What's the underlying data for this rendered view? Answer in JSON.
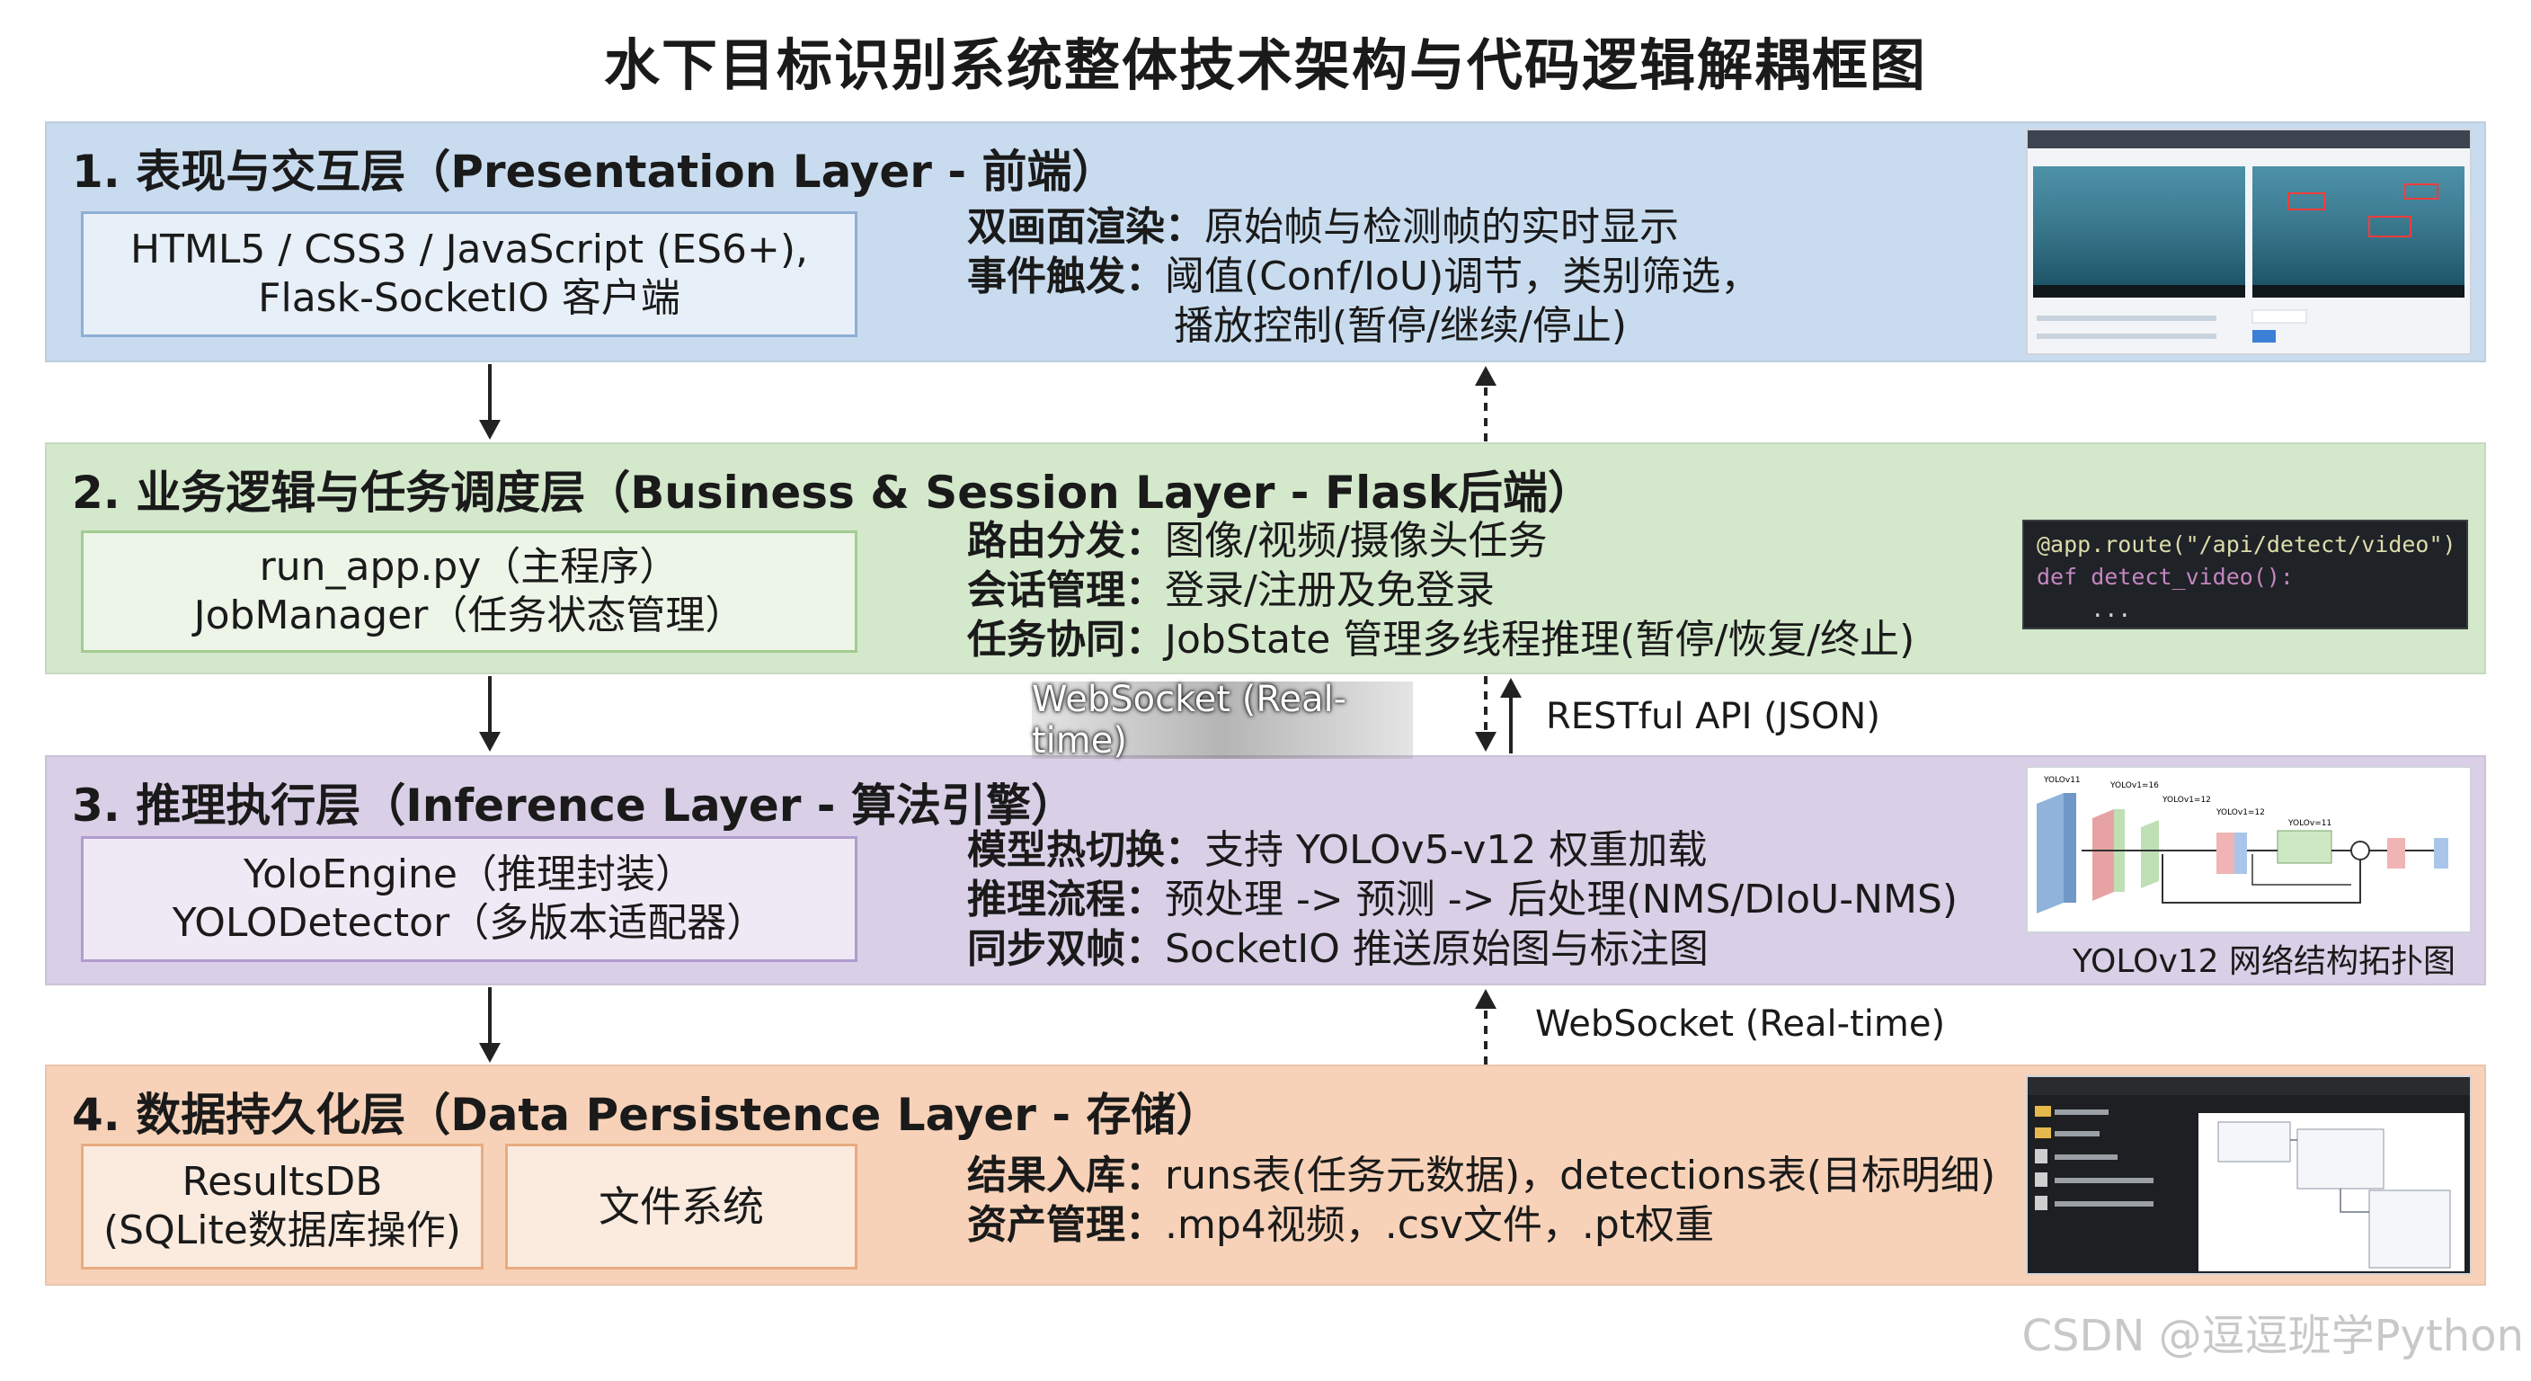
{
  "title": "水下目标识别系统整体技术架构与代码逻辑解耦框图",
  "layers": [
    {
      "title": "1. 表现与交互层（Presentation Layer - 前端）",
      "box_lines": [
        "HTML5 / CSS3 / JavaScript (ES6+),",
        "Flask-SocketIO 客户端"
      ],
      "desc": [
        {
          "key": "双画面渲染：",
          "value": "原始帧与检测帧的实时显示"
        },
        {
          "key": "事件触发：",
          "value": "阈值(Conf/IoU)调节，类别筛选，"
        },
        {
          "key": "",
          "value": "播放控制(暂停/继续/停止)"
        }
      ],
      "color": "#c9dcef",
      "box_border": "#8fb0d6"
    },
    {
      "title": "2. 业务逻辑与任务调度层（Business & Session Layer - Flask后端）",
      "box_lines": [
        "run_app.py（主程序）",
        "JobManager（任务状态管理）"
      ],
      "desc": [
        {
          "key": "路由分发：",
          "value": "图像/视频/摄像头任务"
        },
        {
          "key": "会话管理：",
          "value": "登录/注册及免登录"
        },
        {
          "key": "任务协同：",
          "value": "JobState 管理多线程推理(暂停/恢复/终止)"
        }
      ],
      "code_lines": [
        "@app.route(\"/api/detect/video\")",
        "def detect_video():",
        "    ..."
      ],
      "color": "#d4e8cc",
      "box_border": "#a3cc92"
    },
    {
      "title": "3. 推理执行层（Inference Layer - 算法引擎）",
      "box_lines": [
        "YoloEngine（推理封装）",
        "YOLODetector（多版本适配器）"
      ],
      "desc": [
        {
          "key": "模型热切换：",
          "value": "支持 YOLOv5-v12 权重加载"
        },
        {
          "key": "推理流程：",
          "value": "预处理 -> 预测 -> 后处理(NMS/DIoU-NMS)"
        },
        {
          "key": "同步双帧：",
          "value": "SocketIO 推送原始图与标注图"
        }
      ],
      "caption": "YOLOv12 网络结构拓扑图",
      "color": "#d9cfe6",
      "box_border": "#b09ccf"
    },
    {
      "title": "4. 数据持久化层（Data Persistence Layer - 存储）",
      "box_lines": [
        "ResultsDB",
        "(SQLite数据库操作)"
      ],
      "box2": "文件系统",
      "desc": [
        {
          "key": "结果入库：",
          "value": "runs表(任务元数据)，detections表(目标明细)"
        },
        {
          "key": "资产管理：",
          "value": ".mp4视频，.csv文件，.pt权重"
        }
      ],
      "color": "#f7d2b8",
      "box_border": "#eaaa80"
    }
  ],
  "connectors": {
    "ws_badge": "WebSocket (Real-time)",
    "restful": "RESTful API (JSON)",
    "ws_lower": "WebSocket (Real-time)"
  },
  "watermark": "CSDN @逗逗班学Python"
}
